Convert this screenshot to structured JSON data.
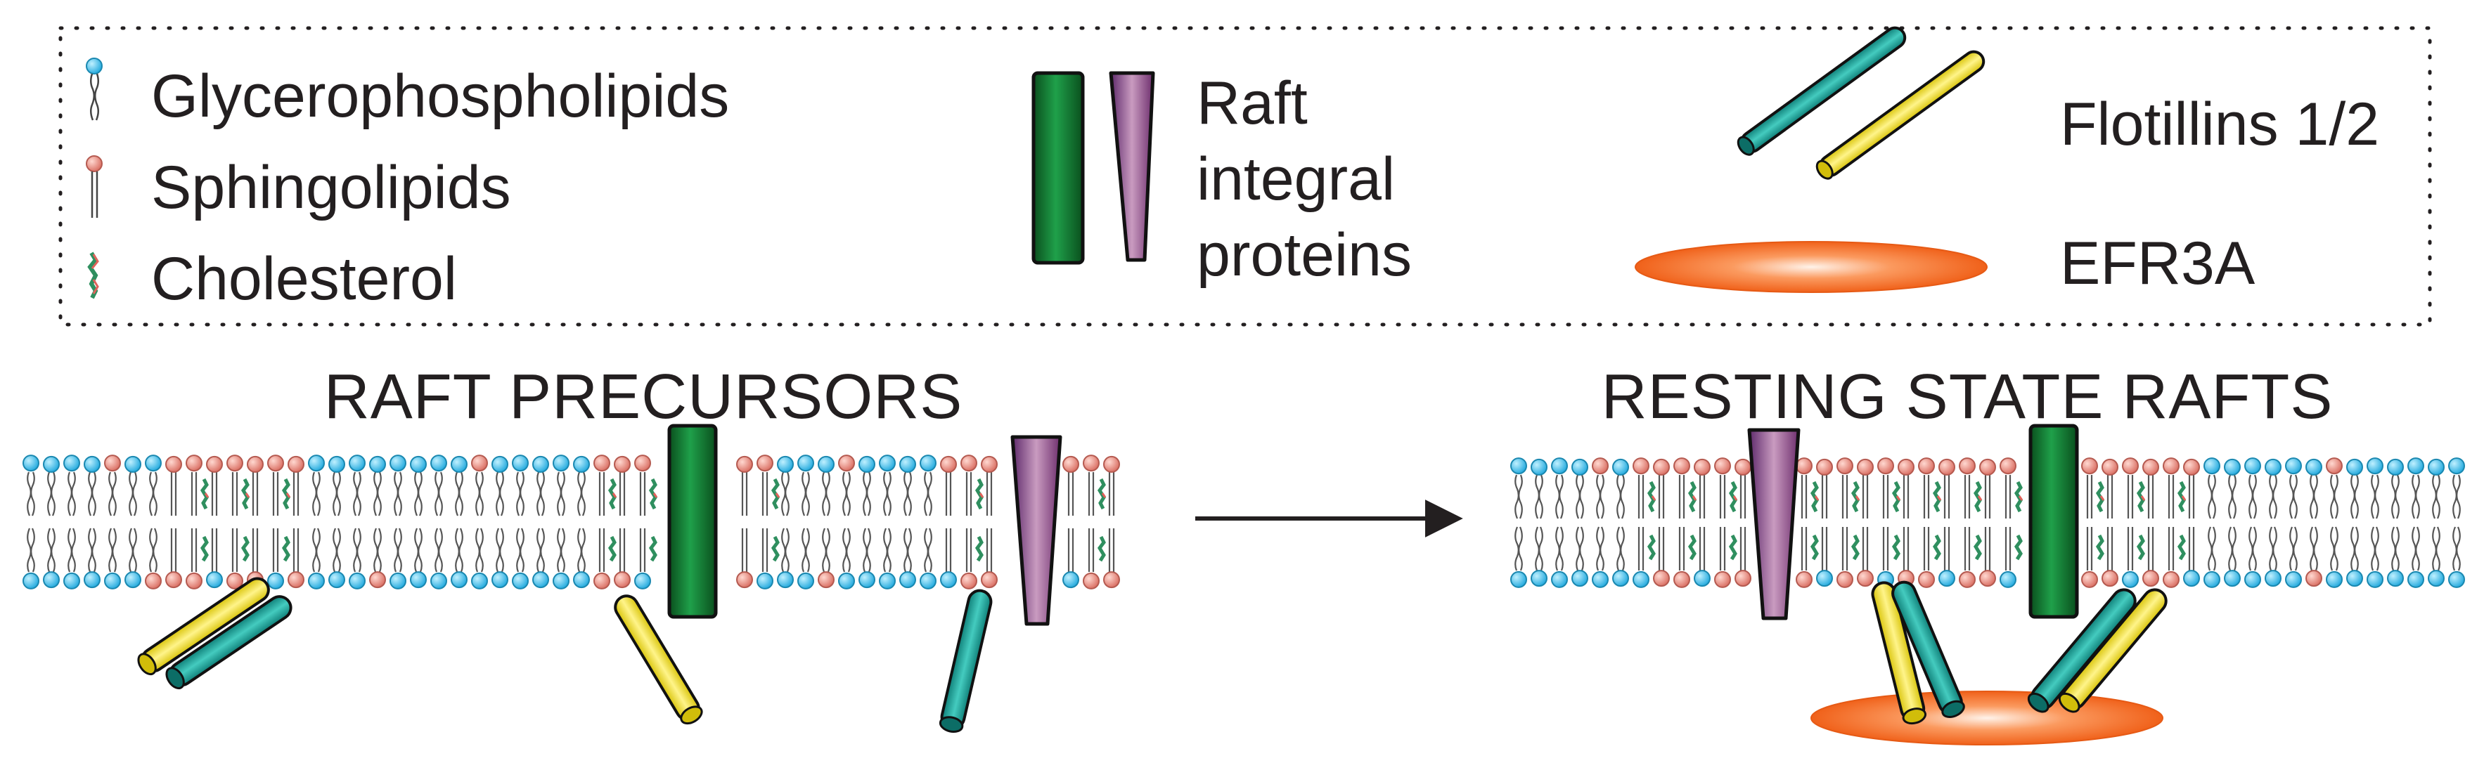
{
  "legend": {
    "glycerophospholipids": "Glycerophospholipids",
    "sphingolipids": "Sphingolipids",
    "cholesterol": "Cholesterol",
    "raft_proteins": [
      "Raft",
      "integral",
      "proteins"
    ],
    "flotillins": "Flotillins 1/2",
    "efr3a": "EFR3A"
  },
  "panels": {
    "left_title": "RAFT PRECURSORS",
    "right_title": "RESTING STATE RAFTS"
  },
  "colors": {
    "glycero_head": "#29b6e8",
    "sphingo_head": "#e8867a",
    "cholesterol": "#2f8f5f",
    "green_protein": "#0f7a2e",
    "purple_protein": "#8a3a8a",
    "flotillin_teal": "#1aa59a",
    "flotillin_yellow": "#f5e11c",
    "efr3a": "#f26a1b"
  }
}
